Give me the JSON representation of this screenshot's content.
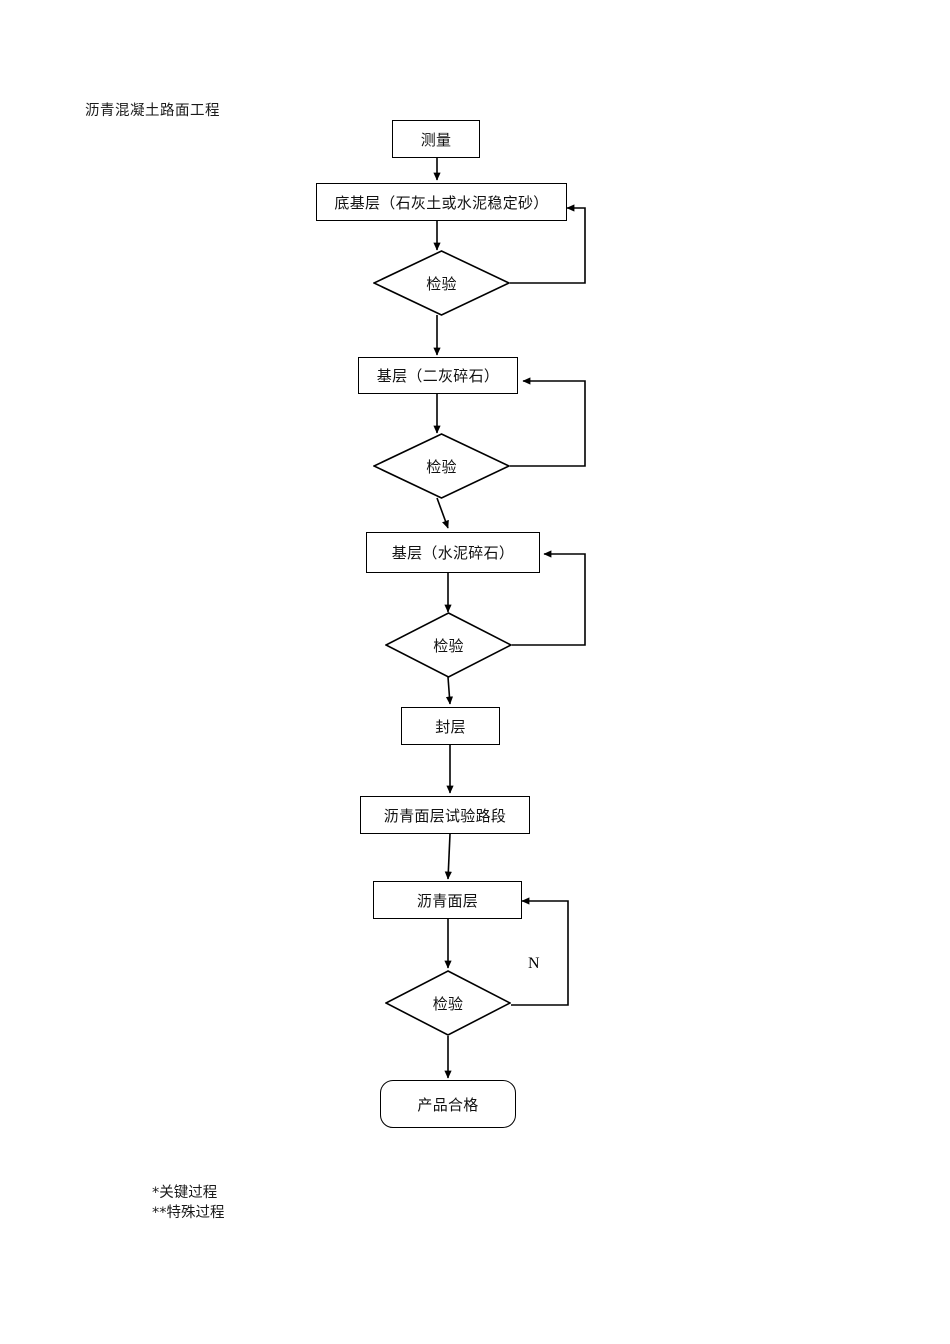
{
  "document": {
    "title": "沥青混凝土路面工程"
  },
  "flowchart": {
    "type": "process-flow-diagram",
    "nodes": [
      {
        "id": "measure",
        "shape": "rect",
        "label": "测量"
      },
      {
        "id": "subbase",
        "shape": "rect",
        "label": "底基层（石灰土或水泥稳定砂）"
      },
      {
        "id": "inspect1",
        "shape": "diamond",
        "label": "检验"
      },
      {
        "id": "base-lime",
        "shape": "rect",
        "label": "基层（二灰碎石）"
      },
      {
        "id": "inspect2",
        "shape": "diamond",
        "label": "检验"
      },
      {
        "id": "base-cement",
        "shape": "rect",
        "label": "基层（水泥碎石）"
      },
      {
        "id": "inspect3",
        "shape": "diamond",
        "label": "检验"
      },
      {
        "id": "seal-coat",
        "shape": "rect",
        "label": "封层"
      },
      {
        "id": "trial-section",
        "shape": "rect",
        "label": "沥青面层试验路段"
      },
      {
        "id": "asphalt-course",
        "shape": "rect",
        "label": "沥青面层"
      },
      {
        "id": "inspect4",
        "shape": "diamond",
        "label": "检验"
      },
      {
        "id": "product-ok",
        "shape": "rounded",
        "label": "产品合格"
      }
    ],
    "edge_labels": {
      "rework_n": "N"
    }
  },
  "footnotes": [
    "*关键过程",
    "**特殊过程"
  ],
  "colors": {
    "stroke": "#000000",
    "background": "#ffffff",
    "text": "#111111"
  }
}
